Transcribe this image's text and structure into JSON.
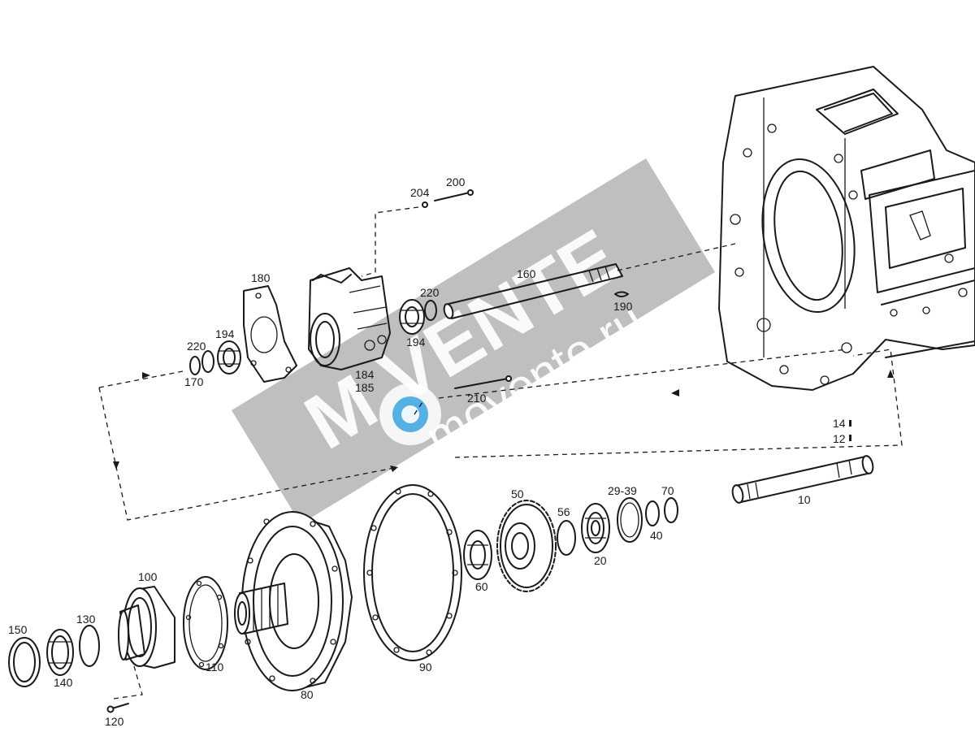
{
  "labels": {
    "p10": "10",
    "p12": "12",
    "p14": "14",
    "p20": "20",
    "p29_39": "29-39",
    "p40": "40",
    "p50": "50",
    "p56": "56",
    "p60": "60",
    "p70": "70",
    "p80": "80",
    "p90": "90",
    "p100": "100",
    "p110": "110",
    "p120": "120",
    "p130": "130",
    "p140": "140",
    "p150": "150",
    "p160": "160",
    "p170": "170",
    "p180": "180",
    "p184": "184",
    "p185": "185",
    "p190": "190",
    "p194a": "194",
    "p194b": "194",
    "p200": "200",
    "p204": "204",
    "p210": "210",
    "p220a": "220",
    "p220b": "220"
  },
  "watermark": {
    "brand": "M VENTE",
    "url": "movente.ru"
  }
}
